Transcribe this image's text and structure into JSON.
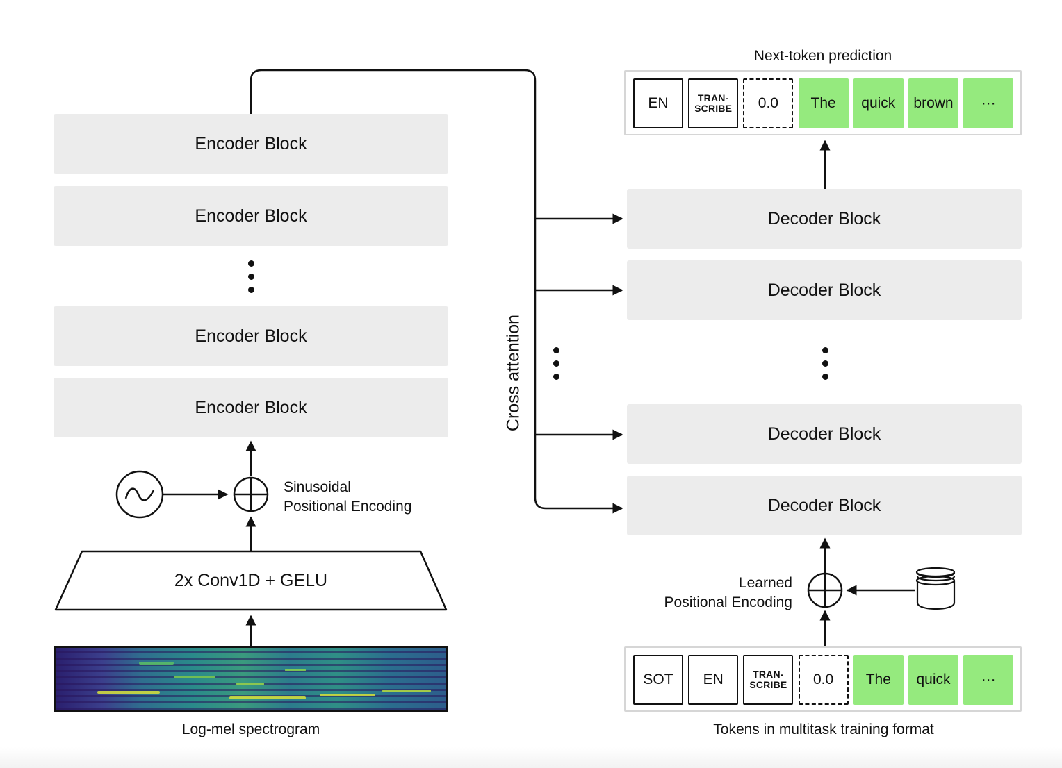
{
  "encoder": {
    "blocks": [
      "Encoder Block",
      "Encoder Block",
      "Encoder Block",
      "Encoder Block"
    ],
    "conv_label": "2x Conv1D + GELU",
    "positional_encoding": [
      "Sinusoidal",
      "Positional Encoding"
    ],
    "input_caption": "Log-mel spectrogram"
  },
  "cross_attention_label": "Cross attention",
  "decoder": {
    "blocks": [
      "Decoder Block",
      "Decoder Block",
      "Decoder Block",
      "Decoder Block"
    ],
    "positional_encoding": [
      "Learned",
      "Positional Encoding"
    ],
    "output_title": "Next-token prediction",
    "input_caption": "Tokens in multitask training format"
  },
  "output_tokens": [
    {
      "lines": [
        "EN"
      ],
      "style": "solid"
    },
    {
      "lines": [
        "TRAN-",
        "SCRIBE"
      ],
      "style": "solid"
    },
    {
      "lines": [
        "0.0"
      ],
      "style": "dashed"
    },
    {
      "lines": [
        "The"
      ],
      "style": "green"
    },
    {
      "lines": [
        "quick"
      ],
      "style": "green"
    },
    {
      "lines": [
        "brown"
      ],
      "style": "green"
    },
    {
      "lines": [
        "···"
      ],
      "style": "green"
    }
  ],
  "input_tokens": [
    {
      "lines": [
        "SOT"
      ],
      "style": "solid"
    },
    {
      "lines": [
        "EN"
      ],
      "style": "solid"
    },
    {
      "lines": [
        "TRAN-",
        "SCRIBE"
      ],
      "style": "solid"
    },
    {
      "lines": [
        "0.0"
      ],
      "style": "dashed"
    },
    {
      "lines": [
        "The"
      ],
      "style": "green"
    },
    {
      "lines": [
        "quick"
      ],
      "style": "green"
    },
    {
      "lines": [
        "···"
      ],
      "style": "green"
    }
  ],
  "colors": {
    "token_green": "#95ea7e",
    "block_gray": "#ececec"
  }
}
